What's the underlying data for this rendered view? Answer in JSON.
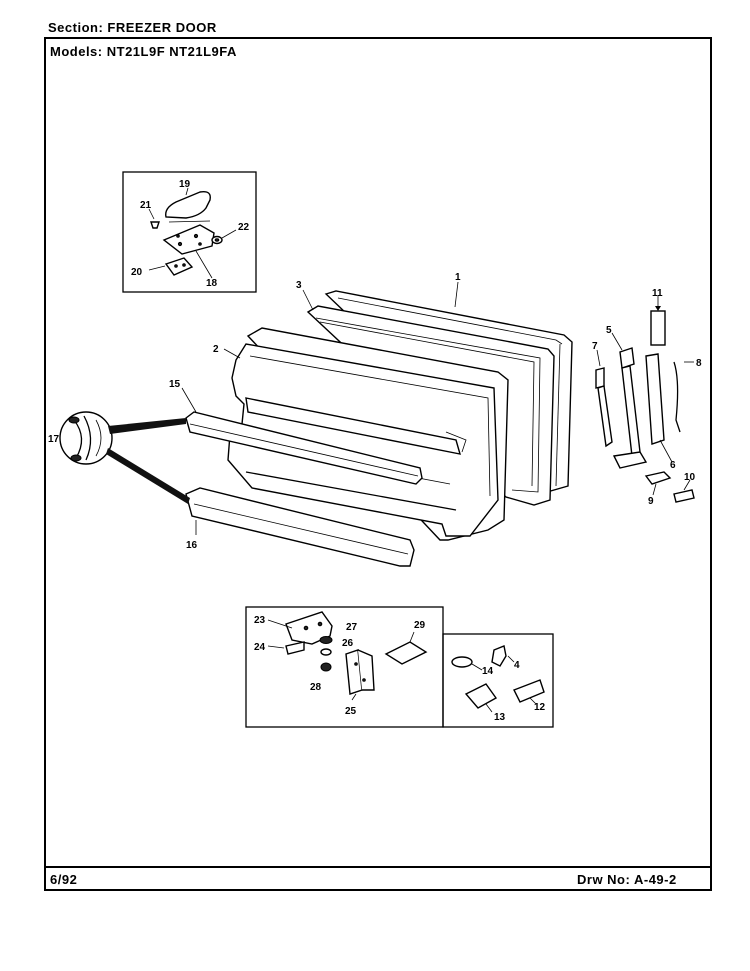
{
  "header": {
    "section_label": "Section:",
    "section_value": "FREEZER DOOR",
    "models_label": "Models:",
    "models": [
      "NT21L9F",
      "NT21L9FA"
    ]
  },
  "footer": {
    "date": "6/92",
    "drawing_label": "Drw No:",
    "drawing_number": "A-49-2"
  },
  "callouts": [
    "1",
    "2",
    "3",
    "4",
    "5",
    "6",
    "7",
    "8",
    "9",
    "10",
    "11",
    "12",
    "13",
    "14",
    "15",
    "16",
    "17",
    "18",
    "19",
    "20",
    "21",
    "22",
    "23",
    "24",
    "25",
    "26",
    "27",
    "28",
    "29"
  ]
}
